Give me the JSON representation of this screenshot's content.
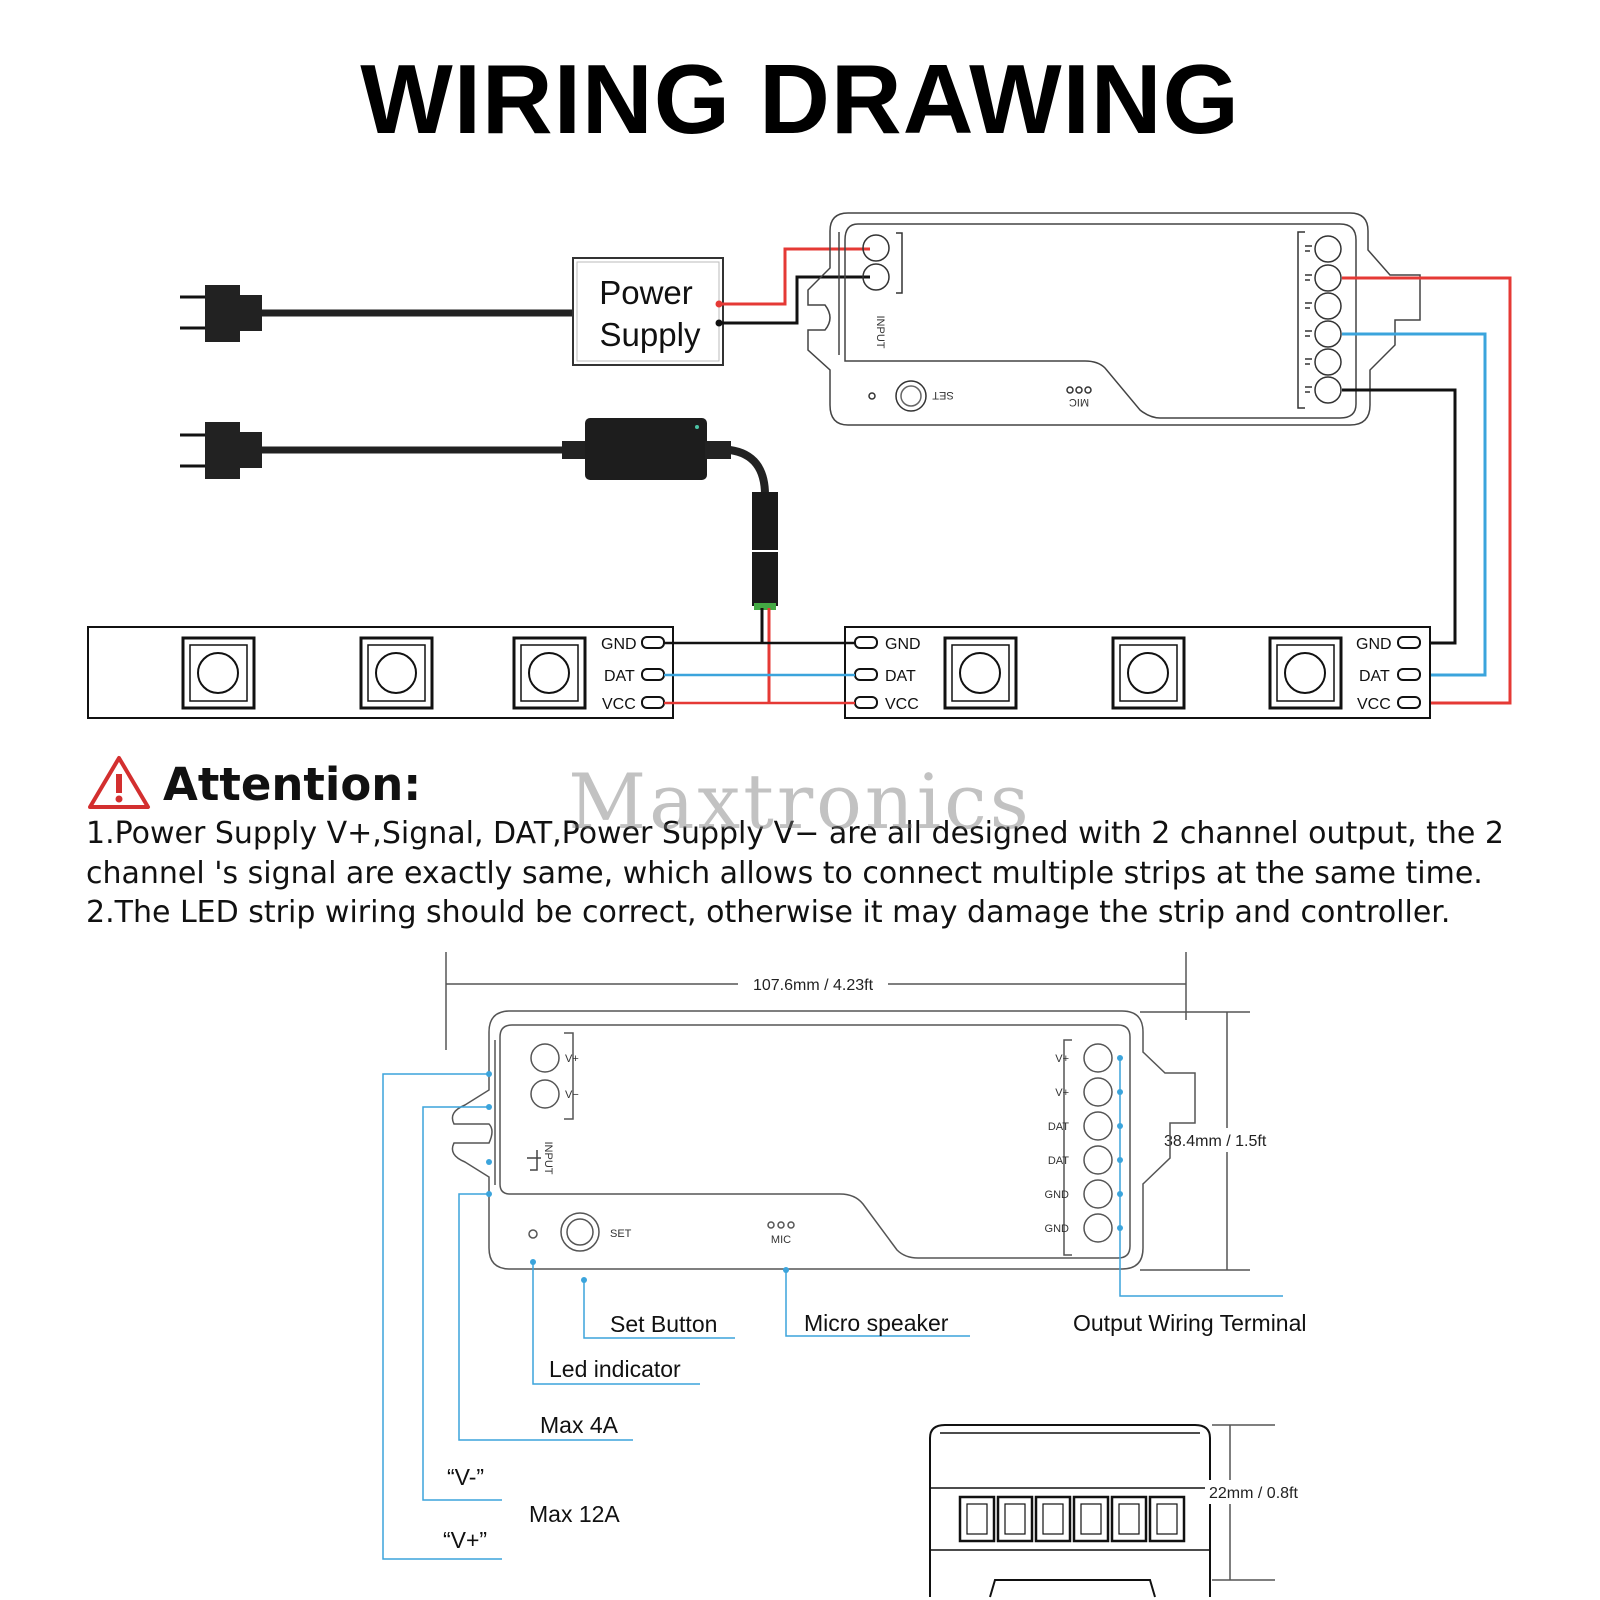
{
  "title": "WIRING DRAWING",
  "power_supply": {
    "line1": "Power",
    "line2": "Supply"
  },
  "strip_labels": {
    "gnd": "GND",
    "dat": "DAT",
    "vcc": "VCC"
  },
  "controller_top": {
    "set_label": "SET",
    "mic_label": "MIC",
    "input_label": "INPUT"
  },
  "attention": {
    "heading": "Attention:",
    "lines": [
      "1.Power Supply V+,Signal, DAT,Power Supply V− are all designed with 2 channel output, the 2",
      "channel 's signal are exactly same, which allows to connect multiple strips at the same time.",
      "2.The LED strip wiring should be correct, otherwise it may damage the strip and controller."
    ]
  },
  "watermark": "Maxtronics",
  "controller_detail": {
    "input_labels": [
      "V+",
      "V−"
    ],
    "input_text": "INPUT",
    "output_labels": [
      "V+",
      "V+",
      "DAT",
      "DAT",
      "GND",
      "GND"
    ],
    "set_label": "SET",
    "mic_label": "MIC"
  },
  "dimensions": {
    "width": "107.6mm / 4.23ft",
    "height": "38.4mm / 1.5ft",
    "depth": "22mm / 0.8ft"
  },
  "callouts": {
    "set_button": "Set Button",
    "micro_speaker": "Micro speaker",
    "output_terminal": "Output Wiring Terminal",
    "led_indicator": "Led indicator",
    "max_4a": "Max 4A",
    "v_minus": "“V-”",
    "max_12a": "Max 12A",
    "v_plus": "“V+”"
  },
  "colors": {
    "red": "#e53935",
    "blue": "#3ba4dc",
    "black": "#111111",
    "gray": "#888888",
    "warning": "#d32f2f"
  },
  "icons": [
    "plug-icon",
    "adapter-icon",
    "warning-icon",
    "led-chip-icon",
    "terminal-icon"
  ]
}
